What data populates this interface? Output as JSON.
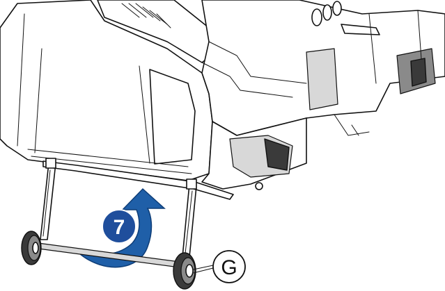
{
  "step": {
    "number": "7",
    "badge_color": "#1f4e9c",
    "arrow_color": "#1f5fa8"
  },
  "callouts": [
    {
      "letter": "G",
      "target": "wheel-axle"
    }
  ]
}
